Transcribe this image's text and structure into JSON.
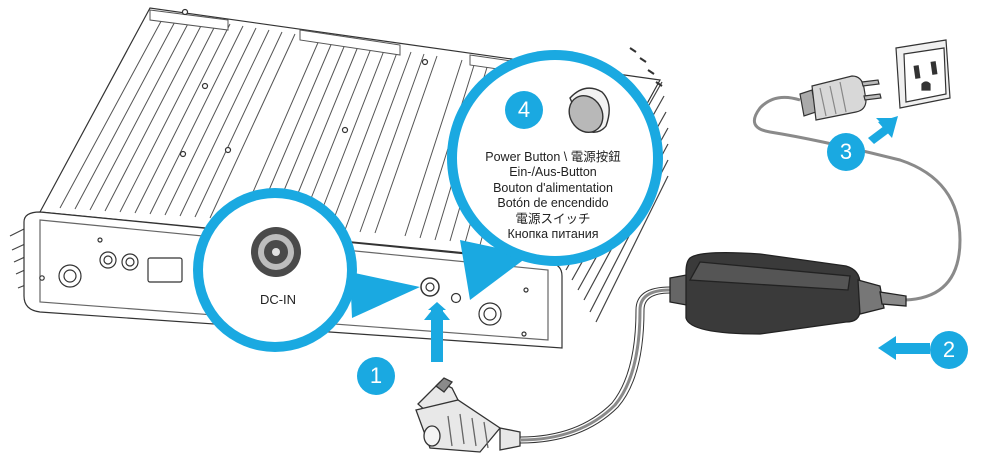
{
  "dc_in_label": "DC-IN",
  "power_button_labels": [
    "Power Button \\ 電源按鈕",
    "Ein-/Aus-Button",
    "Bouton d'alimentation",
    "Botón de encendido",
    "電源スイッチ",
    "Кнопка питания"
  ],
  "steps": [
    "1",
    "2",
    "3",
    "4"
  ],
  "colors": {
    "accent": "#1aa9e1",
    "line": "#333333",
    "cable": "#8a8a8a",
    "adapter": "#3a3a3a"
  }
}
